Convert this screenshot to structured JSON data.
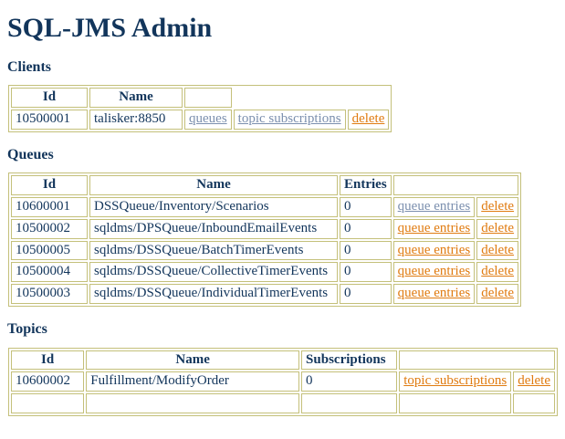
{
  "page": {
    "title": "SQL-JMS Admin",
    "colors": {
      "heading": "#12355b",
      "link": "#e07b10",
      "visited_link": "#7b8fae",
      "border": "#c4c07a",
      "background": "#ffffff"
    }
  },
  "clients": {
    "heading": "Clients",
    "columns": [
      "Id",
      "Name"
    ],
    "rows": [
      {
        "id": "10500001",
        "name": "talisker:8850",
        "actions": [
          {
            "label": "queues",
            "state": "visited"
          },
          {
            "label": "topic subscriptions",
            "state": "visited"
          },
          {
            "label": "delete",
            "state": "link"
          }
        ]
      }
    ]
  },
  "queues": {
    "heading": "Queues",
    "columns": [
      "Id",
      "Name",
      "Entries"
    ],
    "rows": [
      {
        "id": "10600001",
        "name": "DSSQueue/Inventory/Scenarios",
        "entries": "0",
        "actions": [
          {
            "label": "queue entries",
            "state": "visited"
          },
          {
            "label": "delete",
            "state": "link"
          }
        ]
      },
      {
        "id": "10500002",
        "name": "sqldms/DPSQueue/InboundEmailEvents",
        "entries": "0",
        "actions": [
          {
            "label": "queue entries",
            "state": "link"
          },
          {
            "label": "delete",
            "state": "link"
          }
        ]
      },
      {
        "id": "10500005",
        "name": "sqldms/DSSQueue/BatchTimerEvents",
        "entries": "0",
        "actions": [
          {
            "label": "queue entries",
            "state": "link"
          },
          {
            "label": "delete",
            "state": "link"
          }
        ]
      },
      {
        "id": "10500004",
        "name": "sqldms/DSSQueue/CollectiveTimerEvents",
        "entries": "0",
        "actions": [
          {
            "label": "queue entries",
            "state": "link"
          },
          {
            "label": "delete",
            "state": "link"
          }
        ]
      },
      {
        "id": "10500003",
        "name": "sqldms/DSSQueue/IndividualTimerEvents",
        "entries": "0",
        "actions": [
          {
            "label": "queue entries",
            "state": "link"
          },
          {
            "label": "delete",
            "state": "link"
          }
        ]
      }
    ]
  },
  "topics": {
    "heading": "Topics",
    "columns": [
      "Id",
      "Name",
      "Subscriptions"
    ],
    "rows": [
      {
        "id": "10600002",
        "name": "Fulfillment/ModifyOrder",
        "subscriptions": "0",
        "actions": [
          {
            "label": "topic subscriptions",
            "state": "link"
          },
          {
            "label": "delete",
            "state": "link"
          }
        ]
      }
    ]
  }
}
